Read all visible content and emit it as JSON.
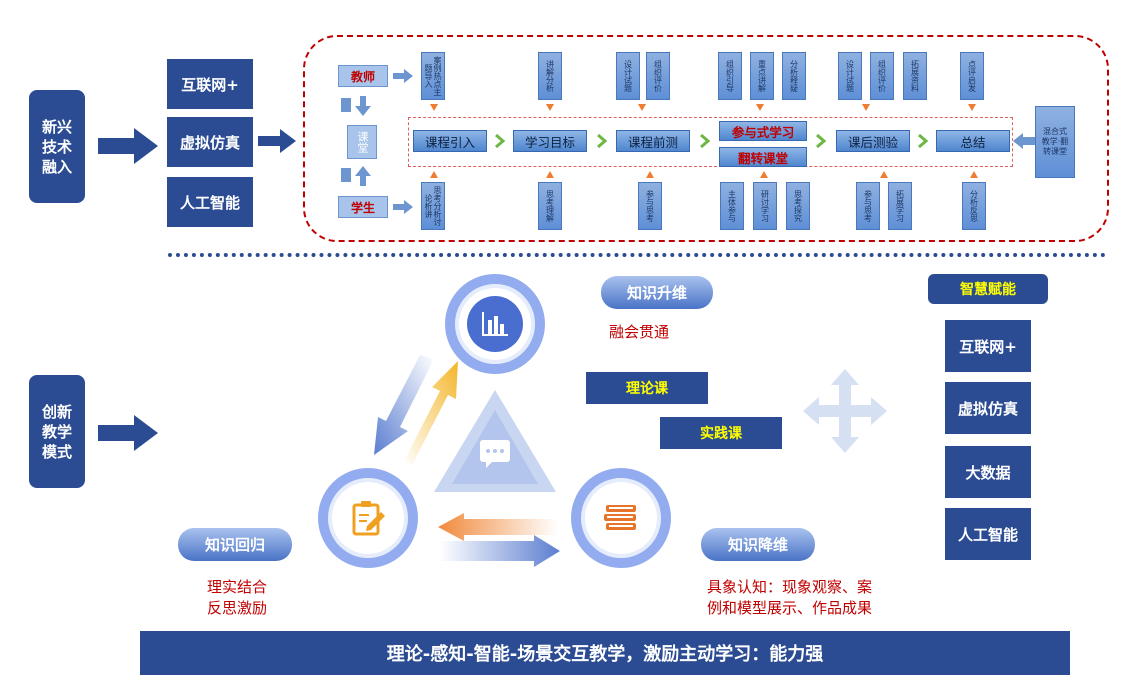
{
  "top": {
    "side_label": "新兴\n技术\n融入",
    "tech": [
      "互联网+",
      "虚拟仿真",
      "人工智能"
    ],
    "teacher": "教师",
    "student": "学生",
    "classroom": "课堂",
    "flow": [
      "课程引入",
      "学习目标",
      "课程前测",
      "参与式学习",
      "翻转课堂",
      "课后测验",
      "总结"
    ],
    "top_boxes": [
      "案例热点主题导入",
      "讲解分析",
      "设计试题",
      "组织评价",
      "组织引导",
      "重点讲解",
      "分析释疑",
      "设计试题",
      "组织评价",
      "拓展资料",
      "点评启发"
    ],
    "bottom_boxes": [
      "思考分析讨论析讲",
      "思考理解",
      "参与思考",
      "主体参与",
      "研讨学习",
      "思考探究",
      "参与思考",
      "拓展学习",
      "分析反思"
    ],
    "right_box": "混合式教学·翻转课堂"
  },
  "bottom": {
    "side_label": "创新\n教学\n模式",
    "upgrade": "知识升维",
    "upgrade_text": "融会贯通",
    "theory": "理论课",
    "practice": "实践课",
    "return": "知识回归",
    "return_text": "理实结合\n反思激励",
    "reduce": "知识降维",
    "reduce_text": "具象认知：现象观察、案\n例和模型展示、作品成果",
    "smart": "智慧赋能",
    "smart_items": [
      "互联网+",
      "虚拟仿真",
      "大数据",
      "人工智能"
    ],
    "footer": "理论-感知-智能-场景交互教学，激励主动学习：能力强"
  },
  "colors": {
    "navy": "#2b4c93",
    "red": "#c00000",
    "yellow": "#ffff00"
  }
}
